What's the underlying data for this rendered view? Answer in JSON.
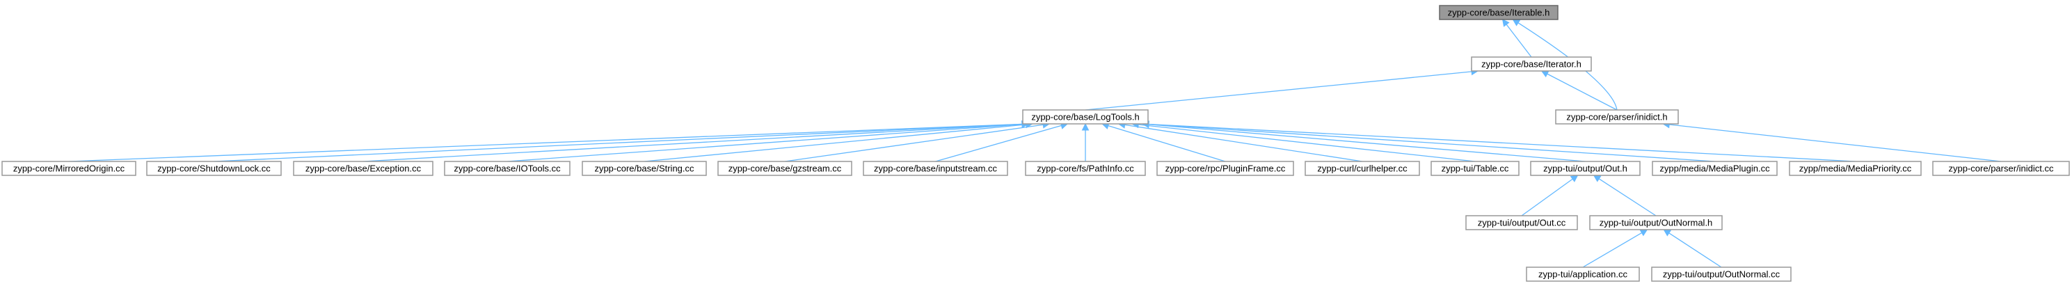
{
  "nodes": [
    {
      "id": "iterable_h",
      "label": "zypp-core/base/Iterable.h",
      "root": true
    },
    {
      "id": "iterator_h",
      "label": "zypp-core/base/Iterator.h"
    },
    {
      "id": "logtools_h",
      "label": "zypp-core/base/LogTools.h"
    },
    {
      "id": "inidict_h",
      "label": "zypp-core/parser/inidict.h"
    },
    {
      "id": "mirroredorigin_cc",
      "label": "zypp-core/MirroredOrigin.cc"
    },
    {
      "id": "shutdownlock_cc",
      "label": "zypp-core/ShutdownLock.cc"
    },
    {
      "id": "exception_cc",
      "label": "zypp-core/base/Exception.cc"
    },
    {
      "id": "iotools_cc",
      "label": "zypp-core/base/IOTools.cc"
    },
    {
      "id": "string_cc",
      "label": "zypp-core/base/String.cc"
    },
    {
      "id": "gzstream_cc",
      "label": "zypp-core/base/gzstream.cc"
    },
    {
      "id": "inputstream_cc",
      "label": "zypp-core/base/inputstream.cc"
    },
    {
      "id": "pathinfo_cc",
      "label": "zypp-core/fs/PathInfo.cc"
    },
    {
      "id": "pluginframe_cc",
      "label": "zypp-core/rpc/PluginFrame.cc"
    },
    {
      "id": "curlhelper_cc",
      "label": "zypp-curl/curlhelper.cc"
    },
    {
      "id": "table_cc",
      "label": "zypp-tui/Table.cc"
    },
    {
      "id": "out_h",
      "label": "zypp-tui/output/Out.h"
    },
    {
      "id": "mediaplugin_cc",
      "label": "zypp/media/MediaPlugin.cc"
    },
    {
      "id": "mediapriority_cc",
      "label": "zypp/media/MediaPriority.cc"
    },
    {
      "id": "inidict_cc",
      "label": "zypp-core/parser/inidict.cc"
    },
    {
      "id": "out_cc",
      "label": "zypp-tui/output/Out.cc"
    },
    {
      "id": "outnormal_h",
      "label": "zypp-tui/output/OutNormal.h"
    },
    {
      "id": "application_cc",
      "label": "zypp-tui/application.cc"
    },
    {
      "id": "outnormal_cc",
      "label": "zypp-tui/output/OutNormal.cc"
    }
  ],
  "edges": [
    [
      "iterator_h",
      "iterable_h"
    ],
    [
      "inidict_h",
      "iterable_h"
    ],
    [
      "logtools_h",
      "iterator_h"
    ],
    [
      "inidict_h",
      "iterator_h"
    ],
    [
      "mirroredorigin_cc",
      "logtools_h"
    ],
    [
      "shutdownlock_cc",
      "logtools_h"
    ],
    [
      "exception_cc",
      "logtools_h"
    ],
    [
      "iotools_cc",
      "logtools_h"
    ],
    [
      "string_cc",
      "logtools_h"
    ],
    [
      "gzstream_cc",
      "logtools_h"
    ],
    [
      "inputstream_cc",
      "logtools_h"
    ],
    [
      "pathinfo_cc",
      "logtools_h"
    ],
    [
      "pluginframe_cc",
      "logtools_h"
    ],
    [
      "curlhelper_cc",
      "logtools_h"
    ],
    [
      "table_cc",
      "logtools_h"
    ],
    [
      "out_h",
      "logtools_h"
    ],
    [
      "mediaplugin_cc",
      "logtools_h"
    ],
    [
      "mediapriority_cc",
      "logtools_h"
    ],
    [
      "inidict_cc",
      "inidict_h"
    ],
    [
      "out_cc",
      "out_h"
    ],
    [
      "outnormal_h",
      "out_h"
    ],
    [
      "application_cc",
      "outnormal_h"
    ],
    [
      "outnormal_cc",
      "outnormal_h"
    ]
  ]
}
